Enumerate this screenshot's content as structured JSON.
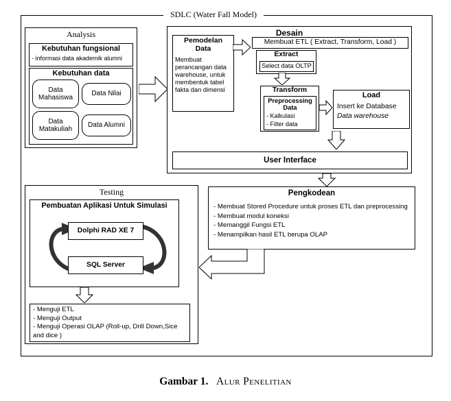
{
  "sdlc": {
    "title": "SDLC (Water Fall Model)"
  },
  "analysis": {
    "title": "Analysis",
    "functional": {
      "title": "Kebutuhan fungsional",
      "item": "- informasi data akademik alumni"
    },
    "data_needs": {
      "title": "Kebutuhan data",
      "items": [
        "Data Mahasiswa",
        "Data Nilai",
        "Data Matakuliah",
        "Data Alumni"
      ]
    }
  },
  "desain": {
    "title": "Desain",
    "pemodelan": {
      "title": "Pemodelan Data",
      "desc": "Membuat perancangan data warehouse, untuk membentuk tabel fakta dan dimensi"
    },
    "etl": {
      "title": "Membuat ETL ( Extract, Transform, Load )",
      "extract": {
        "title": "Extract",
        "item": "Select data OLTP"
      },
      "transform": {
        "title": "Transform",
        "subtitle": "Preprocessing Data",
        "items": [
          "- Kalkulasi",
          "- Filter data"
        ]
      },
      "load": {
        "title": "Load",
        "line1": "Insert ke Database",
        "line2": "Data warehouse"
      }
    },
    "user_interface": "User Interface"
  },
  "pengkodean": {
    "title": "Pengkodean",
    "items": [
      "- Membuat Stored Procedure untuk proses ETL dan preprocessing",
      "- Membuat modul koneksi",
      "- Memanggil Fungsi ETL",
      "- Menampilkan hasil ETL berupa OLAP"
    ]
  },
  "testing": {
    "title": "Testing",
    "simulation": {
      "title": "Pembuatan Aplikasi Untuk Simulasi",
      "tool1": "Dolphi RAD XE 7",
      "tool2": "SQL Server"
    },
    "checks": [
      "- Menguji ETL",
      "- Menguji Output",
      "- Menguji Operasi OLAP (Roll-up, Drill Down,Sice and dice )"
    ]
  },
  "caption": {
    "label": "Gambar 1.",
    "title": "Alur Penelitian"
  }
}
